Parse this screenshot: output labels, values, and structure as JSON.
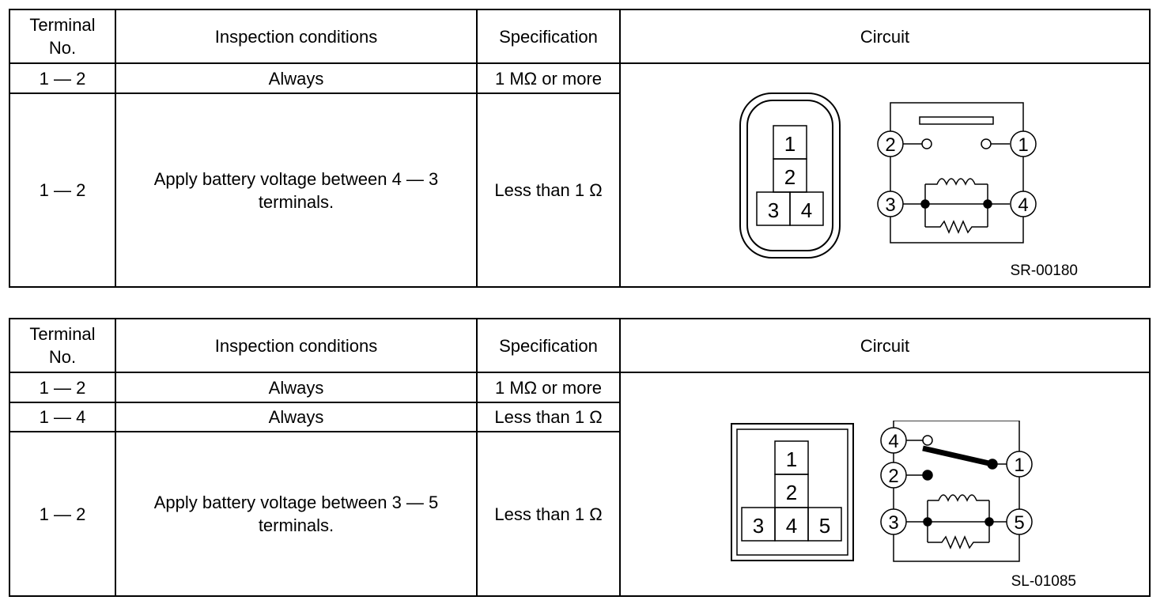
{
  "tables": [
    {
      "header": {
        "terminal": "Terminal No.",
        "conditions": "Inspection conditions",
        "specification": "Specification",
        "circuit": "Circuit"
      },
      "rows": [
        {
          "terminal": "1 — 2",
          "condition": "Always",
          "specification": "1 MΩ or more"
        },
        {
          "terminal": "1 — 2",
          "condition": "Apply battery voltage between 4 — 3 terminals.",
          "specification": "Less than 1 Ω"
        }
      ],
      "figure": {
        "code": "SR-00180",
        "connector_pins": [
          "1",
          "2",
          "3",
          "4"
        ],
        "circuit_terminals": [
          "2",
          "1",
          "3",
          "4"
        ]
      }
    },
    {
      "header": {
        "terminal": "Terminal No.",
        "conditions": "Inspection conditions",
        "specification": "Specification",
        "circuit": "Circuit"
      },
      "rows": [
        {
          "terminal": "1 — 2",
          "condition": "Always",
          "specification": "1 MΩ or more"
        },
        {
          "terminal": "1 — 4",
          "condition": "Always",
          "specification": "Less than 1 Ω"
        },
        {
          "terminal": "1 — 2",
          "condition": "Apply battery voltage between 3 — 5 terminals.",
          "specification": "Less than 1 Ω"
        }
      ],
      "figure": {
        "code": "SL-01085",
        "connector_pins": [
          "1",
          "2",
          "3",
          "4",
          "5"
        ],
        "circuit_terminals": [
          "4",
          "2",
          "1",
          "3",
          "5"
        ]
      }
    }
  ]
}
